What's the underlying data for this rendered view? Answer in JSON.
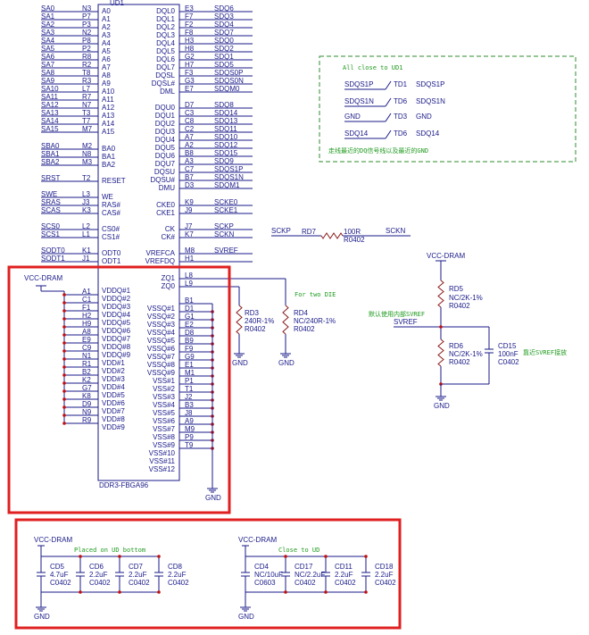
{
  "ic": {
    "refdes": "UD1",
    "part": "DDR3-FBGA96",
    "left_pins": [
      {
        "net": "SA0",
        "ball": "N3",
        "pin": "A0"
      },
      {
        "net": "SA1",
        "ball": "P7",
        "pin": "A1"
      },
      {
        "net": "SA2",
        "ball": "P3",
        "pin": "A2"
      },
      {
        "net": "SA3",
        "ball": "N2",
        "pin": "A3"
      },
      {
        "net": "SA4",
        "ball": "P8",
        "pin": "A4"
      },
      {
        "net": "SA5",
        "ball": "P2",
        "pin": "A5"
      },
      {
        "net": "SA6",
        "ball": "R8",
        "pin": "A6"
      },
      {
        "net": "SA7",
        "ball": "R2",
        "pin": "A7"
      },
      {
        "net": "SA8",
        "ball": "T8",
        "pin": "A8"
      },
      {
        "net": "SA9",
        "ball": "R3",
        "pin": "A9"
      },
      {
        "net": "SA10",
        "ball": "L7",
        "pin": "A10"
      },
      {
        "net": "SA11",
        "ball": "R7",
        "pin": "A11"
      },
      {
        "net": "SA12",
        "ball": "N7",
        "pin": "A12"
      },
      {
        "net": "SA13",
        "ball": "T3",
        "pin": "A13"
      },
      {
        "net": "SA14",
        "ball": "T7",
        "pin": "A14"
      },
      {
        "net": "SA15",
        "ball": "M7",
        "pin": "A15"
      },
      {
        "net": "SBA0",
        "ball": "M2",
        "pin": "BA0"
      },
      {
        "net": "SBA1",
        "ball": "N8",
        "pin": "BA1"
      },
      {
        "net": "SBA2",
        "ball": "M3",
        "pin": "BA2"
      },
      {
        "net": "SRST",
        "ball": "T2",
        "pin": "RESET"
      },
      {
        "net": "SWE",
        "ball": "L3",
        "pin": "WE"
      },
      {
        "net": "SRAS",
        "ball": "J3",
        "pin": "RAS#"
      },
      {
        "net": "SCAS",
        "ball": "K3",
        "pin": "CAS#"
      },
      {
        "net": "SCS0",
        "ball": "L2",
        "pin": "CS0#"
      },
      {
        "net": "SCS1",
        "ball": "L1",
        "pin": "CS1#"
      },
      {
        "net": "SODT0",
        "ball": "K1",
        "pin": "ODT0"
      },
      {
        "net": "SODT1",
        "ball": "J1",
        "pin": "ODT1"
      }
    ],
    "right_pins": [
      {
        "pin": "DQL0",
        "ball": "E3",
        "net": "SDQ6"
      },
      {
        "pin": "DQL1",
        "ball": "F7",
        "net": "SDQ3"
      },
      {
        "pin": "DQL2",
        "ball": "F2",
        "net": "SDQ4"
      },
      {
        "pin": "DQL3",
        "ball": "F8",
        "net": "SDQ7"
      },
      {
        "pin": "DQL4",
        "ball": "H3",
        "net": "SDQ0"
      },
      {
        "pin": "DQL5",
        "ball": "H8",
        "net": "SDQ2"
      },
      {
        "pin": "DQL6",
        "ball": "G2",
        "net": "SDQ1"
      },
      {
        "pin": "DQL7",
        "ball": "H7",
        "net": "SDQ5"
      },
      {
        "pin": "DQSL",
        "ball": "F3",
        "net": "SDQS0P"
      },
      {
        "pin": "DQSL#",
        "ball": "G3",
        "net": "SDQS0N"
      },
      {
        "pin": "DML",
        "ball": "E7",
        "net": "SDQM0"
      },
      {
        "pin": "DQU0",
        "ball": "D7",
        "net": "SDQ8"
      },
      {
        "pin": "DQU1",
        "ball": "C3",
        "net": "SDQ14"
      },
      {
        "pin": "DQU2",
        "ball": "C8",
        "net": "SDQ13"
      },
      {
        "pin": "DQU3",
        "ball": "C2",
        "net": "SDQ11"
      },
      {
        "pin": "DQU4",
        "ball": "A7",
        "net": "SDQ10"
      },
      {
        "pin": "DQU5",
        "ball": "A2",
        "net": "SDQ12"
      },
      {
        "pin": "DQU6",
        "ball": "B8",
        "net": "SDQ15"
      },
      {
        "pin": "DQU7",
        "ball": "A3",
        "net": "SDQ9"
      },
      {
        "pin": "DQSU",
        "ball": "C7",
        "net": "SDQS1P"
      },
      {
        "pin": "DQSU#",
        "ball": "B7",
        "net": "SDQS1N"
      },
      {
        "pin": "DMU",
        "ball": "D3",
        "net": "SDQM1"
      },
      {
        "pin": "CKE0",
        "ball": "K9",
        "net": "SCKE0"
      },
      {
        "pin": "CKE1",
        "ball": "J9",
        "net": "SCKE1"
      },
      {
        "pin": "CK",
        "ball": "J7",
        "net": "SCKP"
      },
      {
        "pin": "CK#",
        "ball": "K7",
        "net": "SCKN"
      },
      {
        "pin": "VREFCA",
        "ball": "M8",
        "net": "SVREF"
      },
      {
        "pin": "VREFDQ",
        "ball": "H1",
        "net": ""
      }
    ],
    "zq": [
      {
        "pin": "ZQ0",
        "ball": "L9"
      },
      {
        "pin": "ZQ1",
        "ball": "L8"
      }
    ],
    "vdd": {
      "label": "VCC-DRAM",
      "balls": [
        "A1",
        "C1",
        "F1",
        "H2",
        "H9",
        "A8",
        "E9",
        "C9",
        "N1",
        "R1",
        "B2",
        "K2",
        "G7",
        "K8",
        "D9",
        "N9",
        "R9"
      ],
      "pins": [
        "VDDQ#1",
        "VDDQ#2",
        "VDDQ#3",
        "VDDQ#4",
        "VDDQ#5",
        "VDDQ#6",
        "VDDQ#7",
        "VDDQ#8",
        "VDDQ#9",
        "VDD#1",
        "VDD#2",
        "VDD#3",
        "VDD#4",
        "VDD#5",
        "VDD#6",
        "VDD#7",
        "VDD#8",
        "VDD#9"
      ]
    },
    "vss": {
      "balls": [
        "B1",
        "D1",
        "G1",
        "E2",
        "D8",
        "B9",
        "F9",
        "G9",
        "E1",
        "M1",
        "P1",
        "T1",
        "J2",
        "B3",
        "J8",
        "A9",
        "M9",
        "P9",
        "T9"
      ],
      "pins": [
        "VSSQ#1",
        "VSSQ#2",
        "VSSQ#3",
        "VSSQ#4",
        "VSSQ#5",
        "VSSQ#6",
        "VSSQ#7",
        "VSSQ#8",
        "VSSQ#9",
        "VSS#1",
        "VSS#2",
        "VSS#3",
        "VSS#4",
        "VSS#5",
        "VSS#6",
        "VSS#7",
        "VSS#8",
        "VSS#9",
        "VSS#10",
        "VSS#11",
        "VSS#12"
      ],
      "gnd": "GND"
    }
  },
  "rd3": {
    "ref": "RD3",
    "val": "240R-1%",
    "pkg": "R0402",
    "gnd": "GND"
  },
  "rd4": {
    "ref": "RD4",
    "val": "NC/240R-1%",
    "pkg": "R0402",
    "gnd": "GND",
    "note": "For two DIE"
  },
  "rd7": {
    "ref": "RD7",
    "val": "100R",
    "pkg": "R0402",
    "left": "SCKP",
    "right": "SCKN"
  },
  "td": {
    "title": "All close to UD1",
    "rows": [
      {
        "left": "SDQS1P",
        "tp": "TD1",
        "right": "SDQS1P"
      },
      {
        "left": "SDQS1N",
        "tp": "TD6",
        "right": "SDQS1N"
      },
      {
        "left": "GND",
        "tp": "TD3",
        "right": "GND"
      },
      {
        "left": "SDQ14",
        "tp": "TD6",
        "right": "SDQ14"
      }
    ],
    "note": "走线最近的DQ信号线以及最近的GND"
  },
  "vref": {
    "supply": "VCC-DRAM",
    "rd5": {
      "ref": "RD5",
      "val": "NC/2K-1%",
      "pkg": "R0402"
    },
    "rd6": {
      "ref": "RD6",
      "val": "NC/2K-1%",
      "pkg": "R0402"
    },
    "cd15": {
      "ref": "CD15",
      "val": "100nF",
      "pkg": "C0402"
    },
    "net": "SVREF",
    "note1": "默认使用内部SVREF",
    "note2": "靠近SVREF接放",
    "gnd": "GND"
  },
  "decap_left": {
    "supply": "VCC-DRAM",
    "note": "Placed on  UD bottom",
    "caps": [
      {
        "ref": "CD5",
        "val": "4.7uF",
        "pkg": "C0402"
      },
      {
        "ref": "CD6",
        "val": "2.2uF",
        "pkg": "C0402"
      },
      {
        "ref": "CD7",
        "val": "2.2uF",
        "pkg": "C0402"
      },
      {
        "ref": "CD8",
        "val": "2.2uF",
        "pkg": "C0402"
      }
    ],
    "gnd": "GND"
  },
  "decap_right": {
    "supply": "VCC-DRAM",
    "note": "Close to UD",
    "caps": [
      {
        "ref": "CD4",
        "val": "NC/10uF",
        "pkg": "C0603"
      },
      {
        "ref": "CD17",
        "val": "NC/2.2uF",
        "pkg": "C0402"
      },
      {
        "ref": "CD11",
        "val": "2.2uF",
        "pkg": "C0402"
      },
      {
        "ref": "CD18",
        "val": "2.2uF",
        "pkg": "C0402"
      }
    ],
    "gnd": "GND"
  },
  "colors": {
    "wire": "#1a1a8a",
    "highlight": "#e02020",
    "note": "#1f9a1f",
    "junction": "#c01010"
  }
}
